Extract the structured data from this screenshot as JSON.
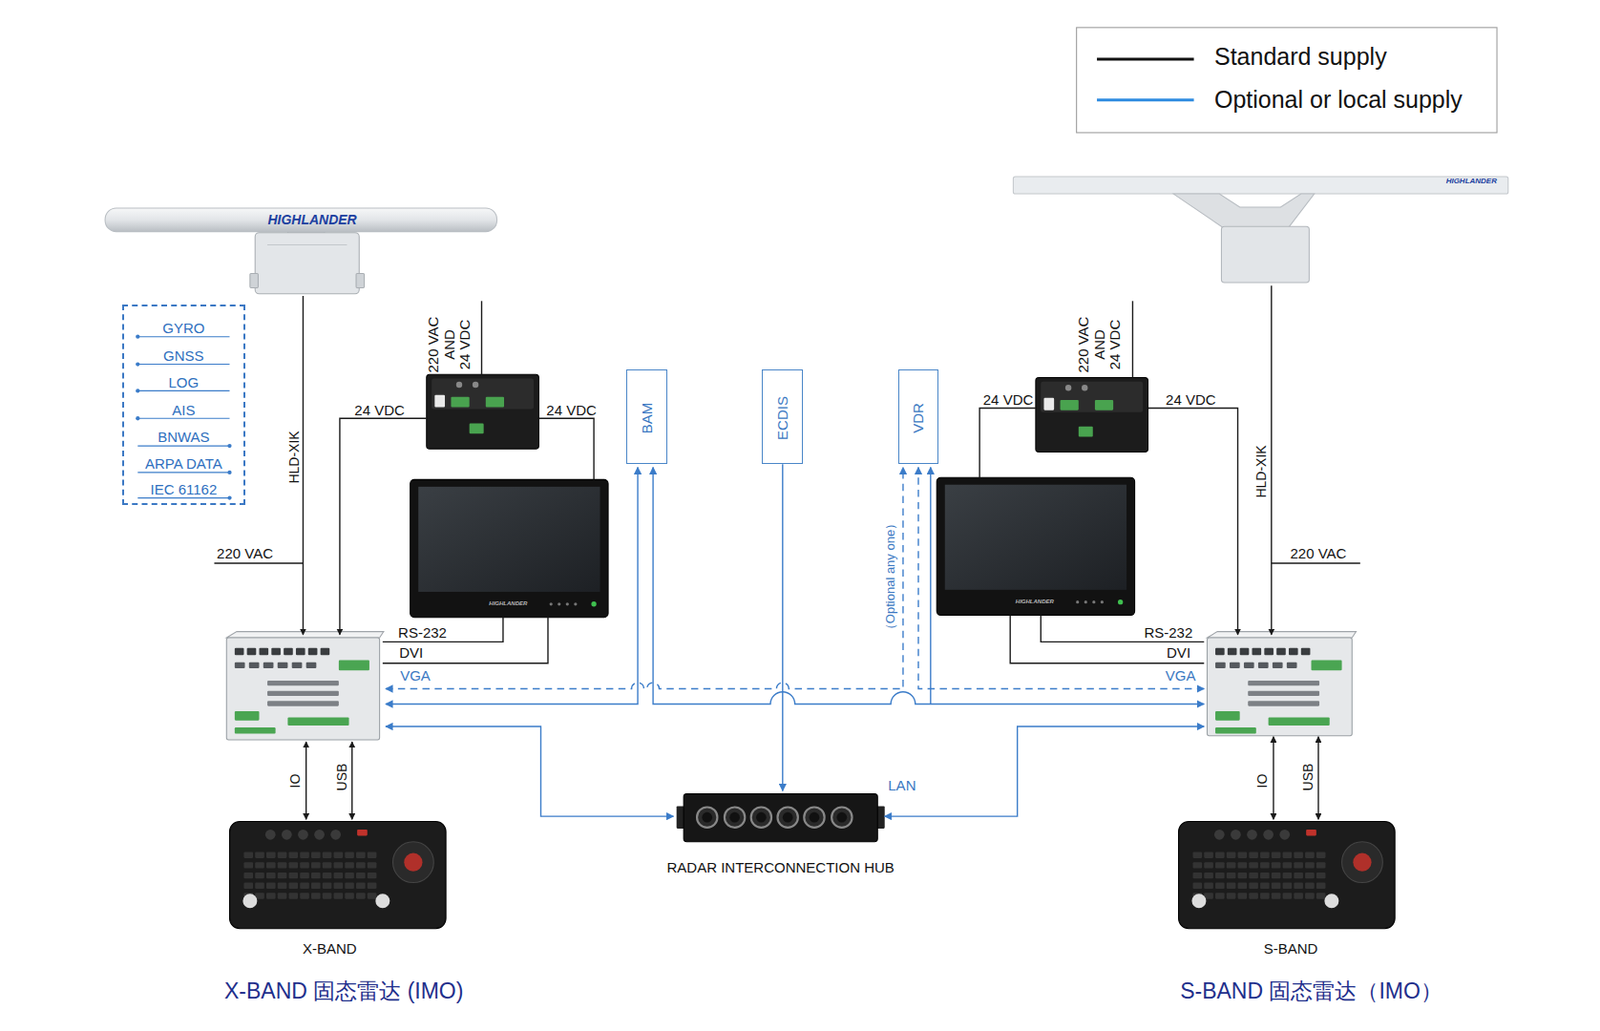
{
  "diagram": {
    "nodes": [
      {
        "text": [
          "GYRO",
          "GNSS",
          "LOG",
          "AIS",
          "BNWAS",
          "ARPA DATA",
          "IEC 61162"
        ]
      },
      {
        "text": [
          "BAM"
        ]
      },
      {
        "text": [
          "ECDIS"
        ]
      },
      {
        "text": [
          "VDR"
        ]
      },
      {
        "text": [
          "RADAR INTERCONNECTION HUB"
        ]
      }
    ],
    "edges": [
      {
        "from": 2,
        "to": 4,
        "arrow": "to"
      }
    ],
    "labels": [
      "HIGHLANDER",
      "HIGHLANDER",
      "220 VAC AND 24 VDC",
      "220 VAC AND 24 VDC",
      "24 VDC",
      "24 VDC",
      "24 VDC",
      "24 VDC",
      "HLD-XIK",
      "HLD-XIK",
      "HIGHLANDER",
      "HIGHLANDER",
      "（Optional any one）",
      "220 VAC",
      "220 VAC",
      "RS-232",
      "DVI",
      "VGA",
      "RS-232",
      "DVI",
      "VGA",
      "IO",
      "USB",
      "IO",
      "USB",
      "LAN",
      "X-BAND",
      "S-BAND",
      "X-BAND 固态雷达 (IMO)",
      "S-BAND 固态雷达（IMO）"
    ],
    "legend": [
      {
        "text": "Standard supply"
      },
      {
        "text": "Optional or local supply"
      }
    ]
  }
}
